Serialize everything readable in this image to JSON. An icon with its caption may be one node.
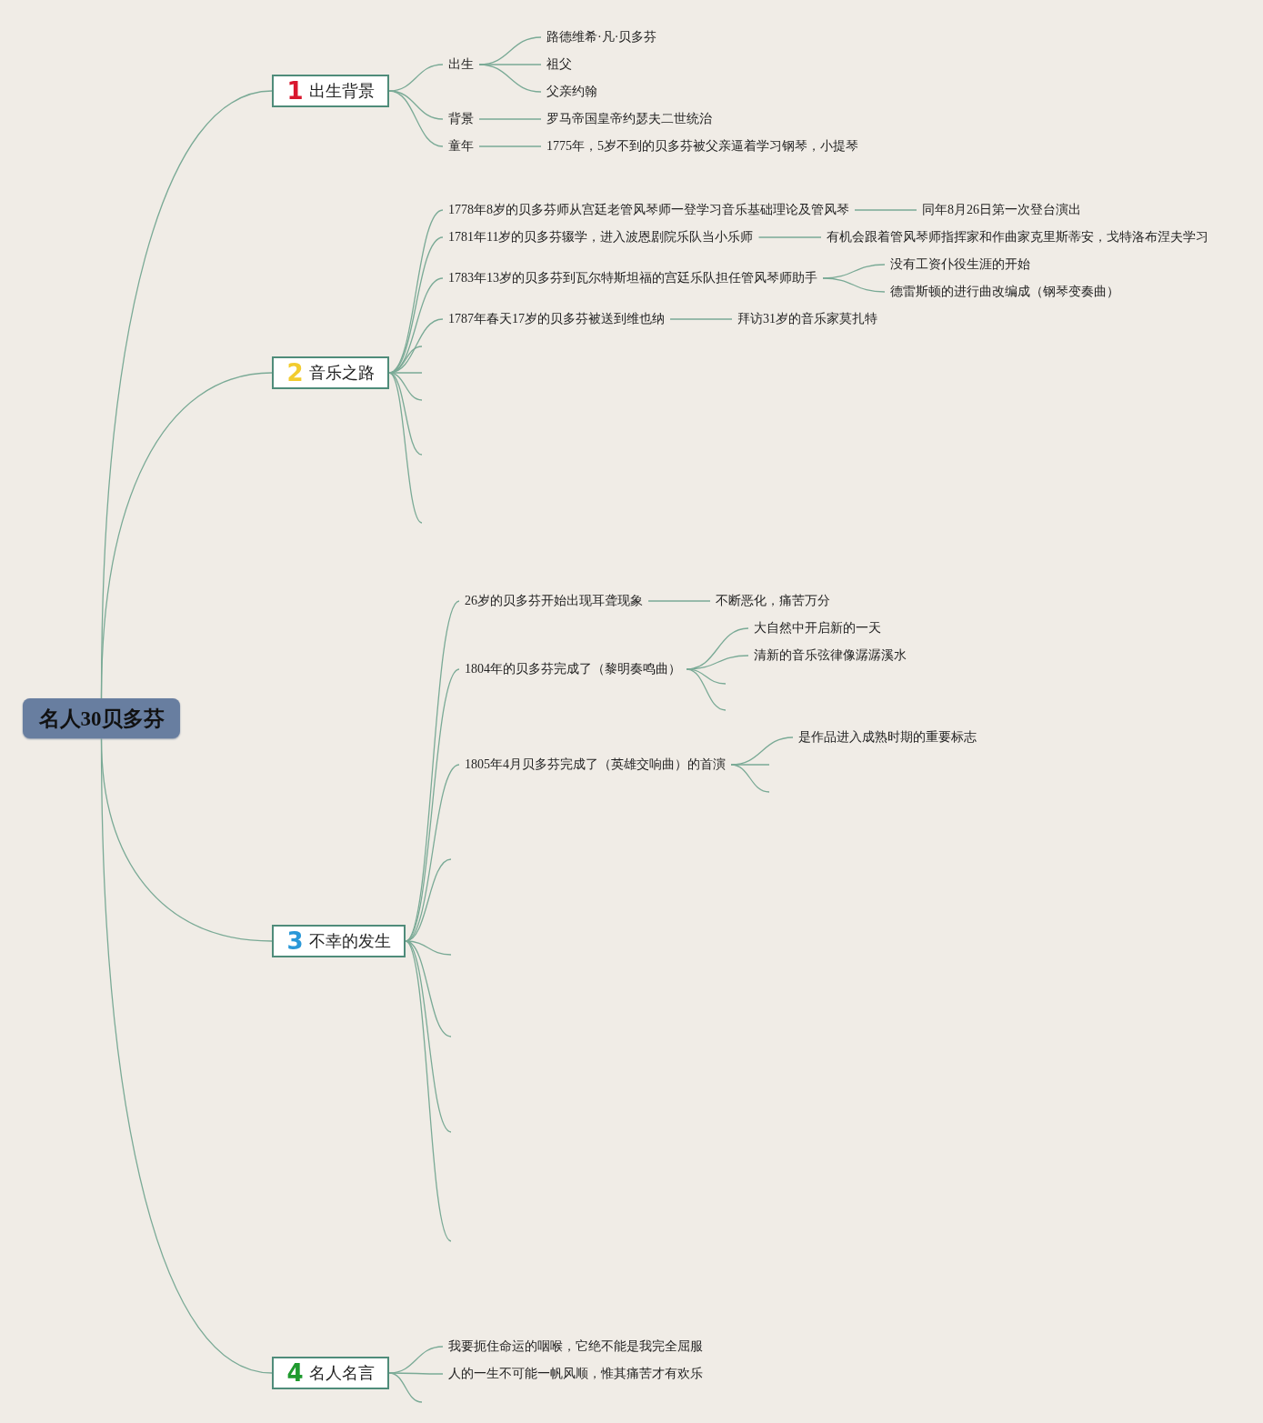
{
  "diagram": {
    "nodes": [
      {
        "text": [
          "名人30贝多芬"
        ]
      },
      {
        "text": [
          "1",
          "出生背景"
        ]
      },
      {
        "text": [
          "出生"
        ]
      },
      {
        "text": [
          "路德维希·凡·贝多芬"
        ]
      },
      {
        "text": [
          "祖父"
        ]
      },
      {
        "text": [
          "父亲约翰"
        ]
      },
      {
        "text": [
          "背景"
        ]
      },
      {
        "text": [
          "罗马帝国皇帝约瑟夫二世统治"
        ]
      },
      {
        "text": [
          "童年"
        ]
      },
      {
        "text": [
          "1775年，5岁不到的贝多芬被父亲逼着学习钢琴，小提琴"
        ]
      },
      {
        "text": [
          "2",
          "音乐之路"
        ]
      },
      {
        "text": [
          "1778年8岁的贝多芬师从宫廷老管风琴师一登学习音乐基础理论及管风琴"
        ]
      },
      {
        "text": [
          "同年8月26日第一次登台演出"
        ]
      },
      {
        "text": [
          "1781年11岁的贝多芬辍学，进入波恩剧院乐队当小乐师"
        ]
      },
      {
        "text": [
          "有机会跟着管风琴师指挥家和作曲家克里斯蒂安，戈特洛布涅夫学习"
        ]
      },
      {
        "text": [
          "1783年13岁的贝多芬到瓦尔特斯坦福的宫廷乐队担任管风琴师助手"
        ]
      },
      {
        "text": [
          "没有工资仆役生涯的开始"
        ]
      },
      {
        "text": [
          "德雷斯顿的进行曲改编成（钢琴变奏曲）"
        ]
      },
      {
        "text": [
          "1787年春天17岁的贝多芬被送到维也纳"
        ]
      },
      {
        "text": [
          "拜访31岁的音乐家莫扎特"
        ]
      },
      {
        "text": [
          "3",
          "不幸的发生"
        ]
      },
      {
        "text": [
          "26岁的贝多芬开始出现耳聋现象"
        ]
      },
      {
        "text": [
          "不断恶化，痛苦万分"
        ]
      },
      {
        "text": [
          "1804年的贝多芬完成了（黎明奏鸣曲）"
        ]
      },
      {
        "text": [
          "大自然中开启新的一天"
        ]
      },
      {
        "text": [
          "清新的音乐弦律像潺潺溪水"
        ]
      },
      {
        "text": [
          "1805年4月贝多芬完成了（英雄交响曲）的首演"
        ]
      },
      {
        "text": [
          "是作品进入成熟时期的重要标志"
        ]
      },
      {
        "text": [
          "4",
          "名人名言"
        ]
      },
      {
        "text": [
          "我要扼住命运的咽喉，它绝不能是我完全屈服"
        ]
      },
      {
        "text": [
          "人的一生不可能一帆风顺，惟其痛苦才有欢乐"
        ]
      }
    ],
    "edges": [
      {
        "from": 0,
        "to": 1,
        "arrow": "none"
      },
      {
        "from": 0,
        "to": 10,
        "arrow": "none"
      },
      {
        "from": 0,
        "to": 20,
        "arrow": "none"
      },
      {
        "from": 0,
        "to": 28,
        "arrow": "none"
      },
      {
        "from": 1,
        "to": 2,
        "arrow": "none"
      },
      {
        "from": 1,
        "to": 6,
        "arrow": "none"
      },
      {
        "from": 1,
        "to": 8,
        "arrow": "none"
      },
      {
        "from": 2,
        "to": 3,
        "arrow": "none"
      },
      {
        "from": 2,
        "to": 4,
        "arrow": "none"
      },
      {
        "from": 2,
        "to": 5,
        "arrow": "none"
      },
      {
        "from": 6,
        "to": 7,
        "arrow": "none"
      },
      {
        "from": 8,
        "to": 9,
        "arrow": "none"
      },
      {
        "from": 10,
        "to": 11,
        "arrow": "none"
      },
      {
        "from": 10,
        "to": 13,
        "arrow": "none"
      },
      {
        "from": 10,
        "to": 15,
        "arrow": "none"
      },
      {
        "from": 10,
        "to": 18,
        "arrow": "none"
      },
      {
        "from": 10,
        "to": null,
        "arrow": "none"
      },
      {
        "from": 10,
        "to": null,
        "arrow": "none"
      },
      {
        "from": 10,
        "to": null,
        "arrow": "none"
      },
      {
        "from": 10,
        "to": null,
        "arrow": "none"
      },
      {
        "from": 10,
        "to": null,
        "arrow": "none"
      },
      {
        "from": 11,
        "to": 12,
        "arrow": "none"
      },
      {
        "from": 13,
        "to": 14,
        "arrow": "none"
      },
      {
        "from": 15,
        "to": 16,
        "arrow": "none"
      },
      {
        "from": 15,
        "to": 17,
        "arrow": "none"
      },
      {
        "from": 18,
        "to": 19,
        "arrow": "none"
      },
      {
        "from": 20,
        "to": 21,
        "arrow": "none"
      },
      {
        "from": 20,
        "to": 23,
        "arrow": "none"
      },
      {
        "from": 20,
        "to": 26,
        "arrow": "none"
      },
      {
        "from": 20,
        "to": null,
        "arrow": "none"
      },
      {
        "from": 20,
        "to": null,
        "arrow": "none"
      },
      {
        "from": 20,
        "to": null,
        "arrow": "none"
      },
      {
        "from": 20,
        "to": null,
        "arrow": "none"
      },
      {
        "from": 20,
        "to": null,
        "arrow": "none"
      },
      {
        "from": 21,
        "to": 22,
        "arrow": "none"
      },
      {
        "from": 23,
        "to": 24,
        "arrow": "none"
      },
      {
        "from": 23,
        "to": 25,
        "arrow": "none"
      },
      {
        "from": 23,
        "to": null,
        "arrow": "none"
      },
      {
        "from": 23,
        "to": null,
        "arrow": "none"
      },
      {
        "from": 26,
        "to": 27,
        "arrow": "none"
      },
      {
        "from": 26,
        "to": null,
        "arrow": "none"
      },
      {
        "from": 26,
        "to": null,
        "arrow": "none"
      },
      {
        "from": 28,
        "to": 29,
        "arrow": "none"
      },
      {
        "from": 28,
        "to": 30,
        "arrow": "none"
      },
      {
        "from": 28,
        "to": null,
        "arrow": "none"
      }
    ]
  }
}
